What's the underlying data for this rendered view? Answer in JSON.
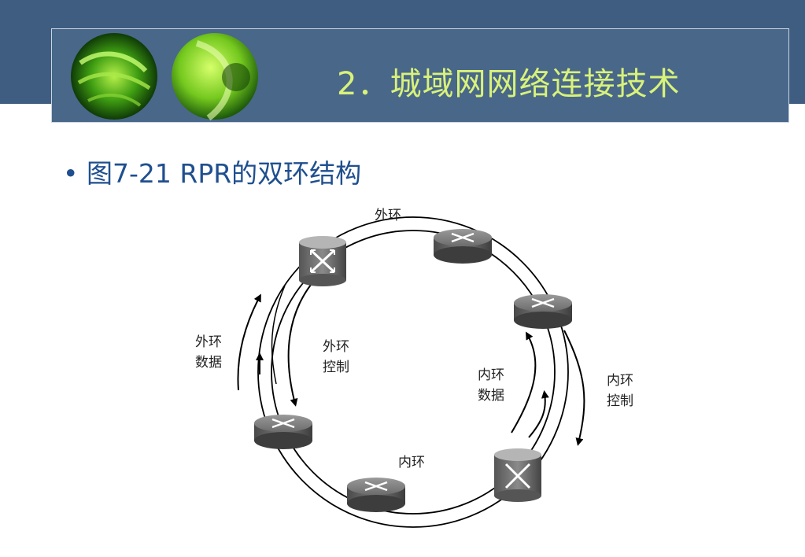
{
  "header": {
    "title": "2．城域网网络连接技术",
    "accent_color": "#d8f27a",
    "band_color": "#3f5d80"
  },
  "bullet": {
    "marker": "•",
    "text": "图7-21 RPR的双环结构",
    "color": "#1f4f8f"
  },
  "diagram": {
    "labels": {
      "outer_ring": "外环",
      "inner_ring": "内环",
      "outer_data_1": "外环",
      "outer_data_2": "数据",
      "outer_ctrl_1": "外环",
      "outer_ctrl_2": "控制",
      "inner_data_1": "内环",
      "inner_data_2": "数据",
      "inner_ctrl_1": "内环",
      "inner_ctrl_2": "控制"
    },
    "nodes": [
      "switch",
      "router",
      "router",
      "switch",
      "router",
      "router"
    ]
  }
}
